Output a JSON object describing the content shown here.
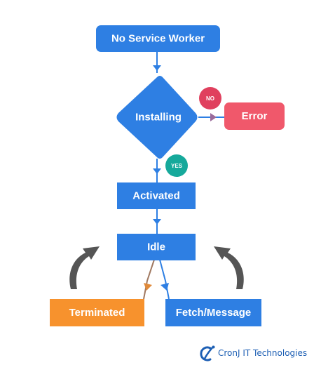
{
  "nodes": {
    "no_service_worker": "No Service Worker",
    "installing": "Installing",
    "error": "Error",
    "activated": "Activated",
    "idle": "Idle",
    "terminated": "Terminated",
    "fetch_message": "Fetch/Message"
  },
  "badges": {
    "no": "NO",
    "yes": "YES"
  },
  "brand": {
    "name": "CronJ IT Technologies",
    "logo_icon": "cronj-logo-icon"
  },
  "colors": {
    "primary_blue": "#2e7fe3",
    "error_red": "#f0586b",
    "no_badge_red": "#e0405e",
    "yes_badge_teal": "#16a99b",
    "terminated_orange": "#f7922d",
    "cycle_arrow_gray": "#555555",
    "brand_blue": "#1d5fb4"
  }
}
